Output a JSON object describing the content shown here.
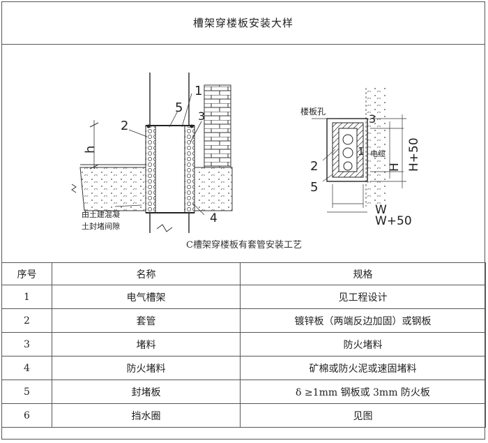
{
  "title": "槽架穿楼板安装大样",
  "caption": "C槽架穿楼板有套管安装工艺",
  "left_view": {
    "callouts": [
      "1",
      "2",
      "3",
      "4",
      "5"
    ],
    "dim_h": "h",
    "note_line1": "由土建混凝",
    "note_line2": "土封堵间隙"
  },
  "right_view": {
    "slab_hole": "楼板孔",
    "callout_3": "3",
    "callout_1": "1",
    "callout_2": "2",
    "callout_5": "5",
    "cable": "电缆",
    "dim_H": "H",
    "dim_H50": "H+50",
    "dim_W": "W",
    "dim_W50": "W+50"
  },
  "table": {
    "headers": [
      "序号",
      "名称",
      "规格"
    ],
    "rows": [
      [
        "1",
        "电气槽架",
        "见工程设计"
      ],
      [
        "2",
        "套管",
        "镀锌板（两端反边加固）或钢板"
      ],
      [
        "3",
        "堵料",
        "防火堵料"
      ],
      [
        "4",
        "防火堵料",
        "矿棉或防火泥或速固堵料"
      ],
      [
        "5",
        "封堵板",
        "δ ≥1mm 钢板或 3mm 防火板"
      ],
      [
        "6",
        "挡水圈",
        "见图"
      ]
    ]
  }
}
